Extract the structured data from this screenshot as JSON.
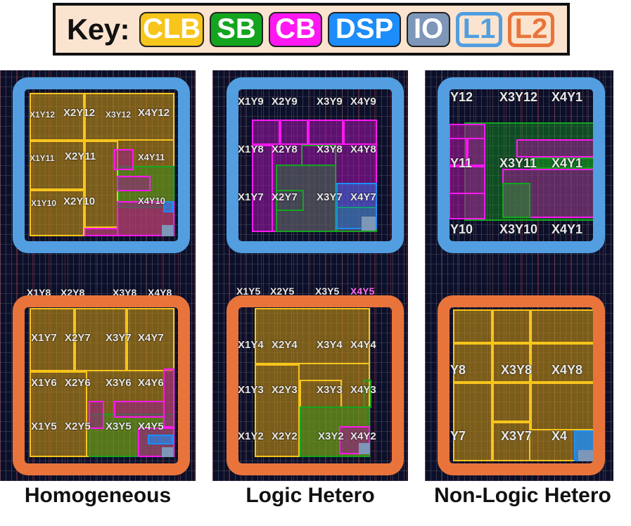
{
  "key": {
    "title": "Key:",
    "items": [
      {
        "label": "CLB",
        "color": "#f7c51b",
        "style": "fill"
      },
      {
        "label": "SB",
        "color": "#14a51e",
        "style": "fill"
      },
      {
        "label": "CB",
        "color": "#ff18f2",
        "style": "fill"
      },
      {
        "label": "DSP",
        "color": "#1c8dfa",
        "style": "fill"
      },
      {
        "label": "IO",
        "color": "#7e96b8",
        "style": "fill"
      },
      {
        "label": "L1",
        "color": "#529ee0",
        "style": "outline"
      },
      {
        "label": "L2",
        "color": "#e8743b",
        "style": "outline"
      }
    ]
  },
  "panels": [
    {
      "caption": "Homogeneous",
      "l1_labels": [
        "X1Y12",
        "X2Y12",
        "X3Y12",
        "X4Y12",
        "X1Y11",
        "X2Y11",
        "X4Y11",
        "X1Y10",
        "X2Y10",
        "X4Y10"
      ],
      "mid_labels": [
        "X1Y8",
        "X2Y8",
        "X3Y8",
        "X4Y8"
      ],
      "l2_labels": [
        "X1Y7",
        "X2Y7",
        "X3Y7",
        "X4Y7",
        "X1Y6",
        "X2Y6",
        "X3Y6",
        "X4Y6",
        "X1Y5",
        "X2Y5",
        "X3Y5",
        "X4Y5"
      ]
    },
    {
      "caption": "Logic Hetero",
      "l1_labels": [
        "X1Y9",
        "X2Y9",
        "X3Y9",
        "X4Y9",
        "X1Y8",
        "X2Y8",
        "X3Y8",
        "X4Y8",
        "X1Y7",
        "X2Y7",
        "X3Y7",
        "X4Y7"
      ],
      "mid_labels": [
        "X1Y5",
        "X2Y5",
        "X3Y5",
        "X4Y5"
      ],
      "l2_labels": [
        "X1Y4",
        "X2Y4",
        "X3Y4",
        "X4Y4",
        "X1Y3",
        "X2Y3",
        "X3Y3",
        "X4Y3",
        "X1Y2",
        "X2Y2",
        "X3Y2",
        "X4Y2"
      ]
    },
    {
      "caption": "Non-Logic Hetero",
      "l1_labels": [
        "Y12",
        "X3Y12",
        "X4Y1",
        "Y11",
        "X3Y11",
        "X4Y1",
        "Y10",
        "X3Y10",
        "X4Y1"
      ],
      "mid_labels": [],
      "l2_labels": [
        "Y8",
        "X3Y8",
        "X4Y8",
        "Y7",
        "X3Y7",
        "X4"
      ]
    }
  ]
}
